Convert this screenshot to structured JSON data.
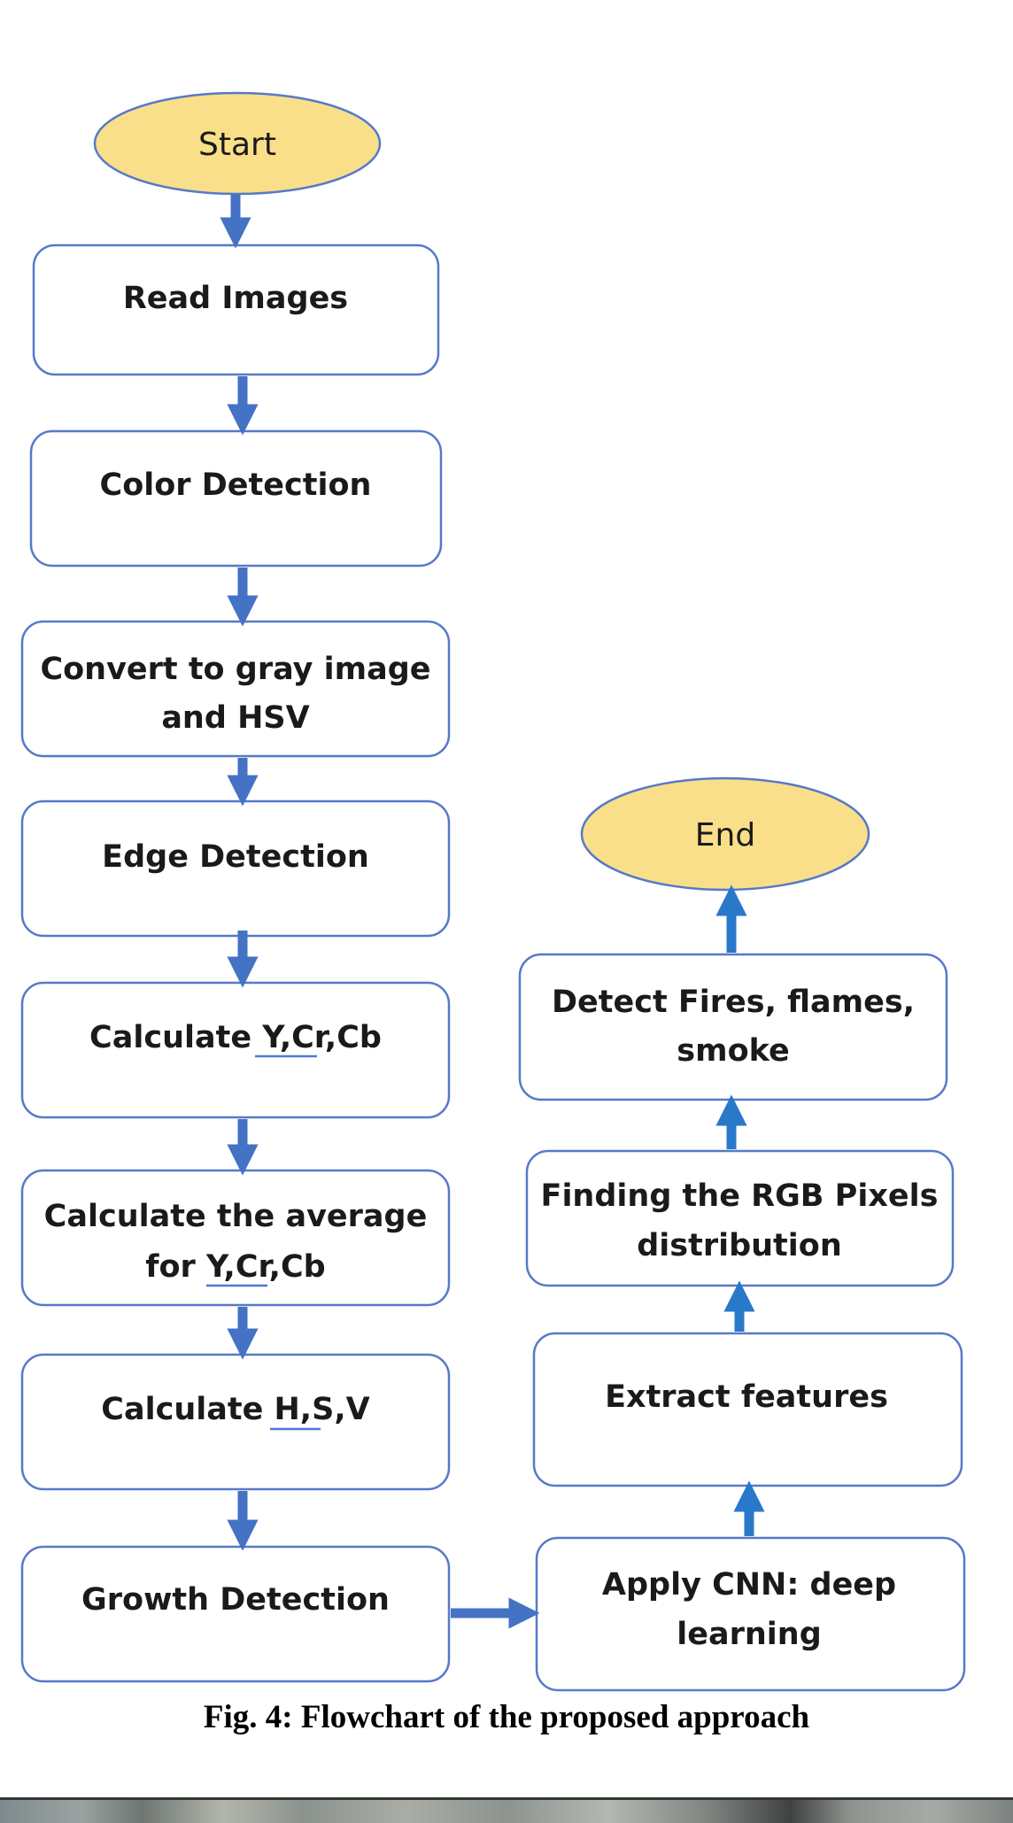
{
  "nodes": {
    "start": "Start",
    "read_images": "Read Images",
    "color_detection": "Color Detection",
    "convert_line1": "Convert to gray image",
    "convert_line2": "and HSV",
    "edge_detection": "Edge Detection",
    "calc_ycrcb_pre": "Calculate ",
    "calc_ycrcb_ul": "Y,Cr",
    "calc_ycrcb_post": ",Cb",
    "avg_line1": "Calculate the average",
    "avg_pre": "for ",
    "avg_ul": "Y,Cr",
    "avg_post": ",Cb",
    "calc_hsv_pre": "Calculate ",
    "calc_hsv_ul": "H,S",
    "calc_hsv_post": ",V",
    "growth_detection": "Growth Detection",
    "cnn_line1": "Apply CNN: deep",
    "cnn_line2": "learning",
    "extract_features": "Extract features",
    "rgb_line1": "Finding the RGB Pixels",
    "rgb_line2": "distribution",
    "detect_line1": "Detect Fires, flames,",
    "detect_line2": "smoke",
    "end": "End"
  },
  "caption": "Fig. 4: Flowchart of the proposed approach",
  "colors": {
    "terminal_fill": "#fadf8a",
    "box_border": "#5679c9",
    "arrow": "#4472c4",
    "arrow_right": "#2a78c9",
    "underline": "#4f78d8"
  }
}
